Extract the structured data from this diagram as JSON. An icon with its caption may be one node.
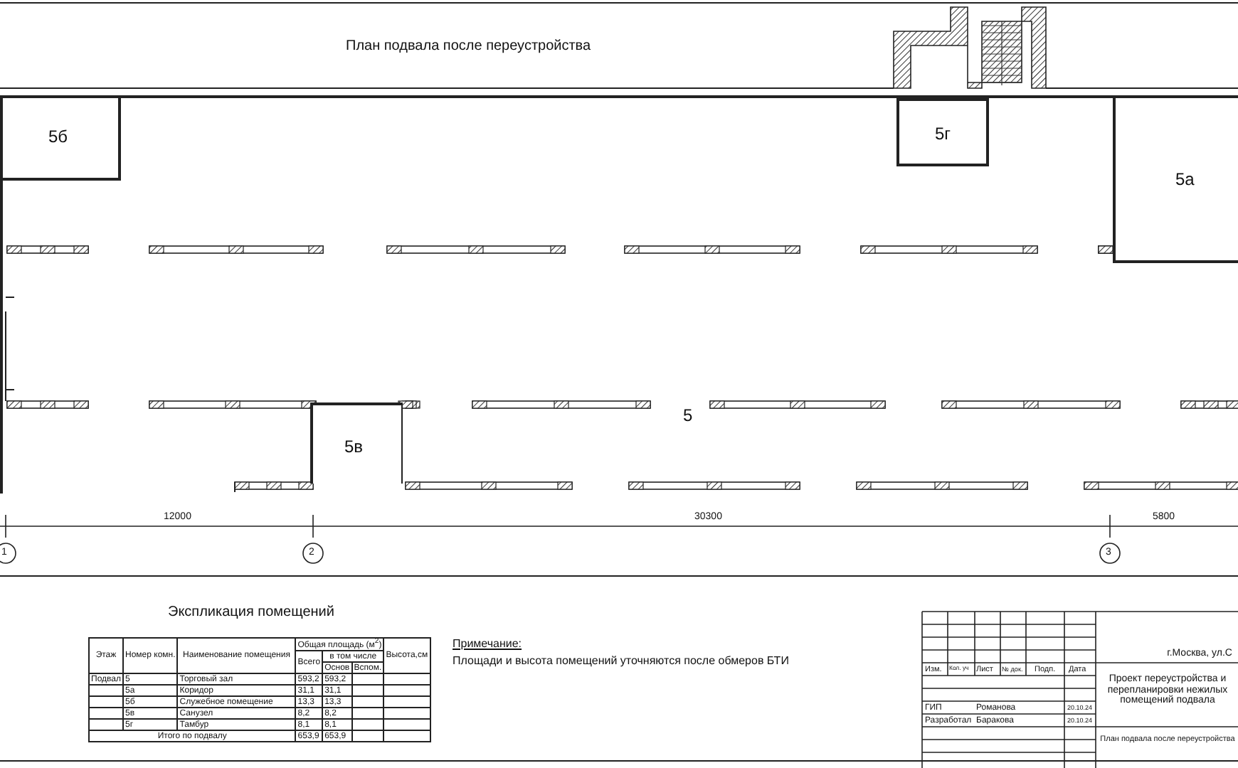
{
  "diagram": {
    "nodes": [
      {
        "text": [
          "5"
        ]
      },
      {
        "text": [
          "5б"
        ],
        "in": 0
      },
      {
        "text": [
          "5г"
        ],
        "in": 0
      },
      {
        "text": [
          "5а"
        ],
        "in": 0
      },
      {
        "text": [
          "5в"
        ],
        "in": 0
      }
    ],
    "labels": [
      "План подвала после переустройства",
      "12000",
      "30300",
      "5800",
      "1",
      "2",
      "3",
      "Экспликация помещений",
      "Этаж",
      "Номер комн.",
      "Наименование помещения",
      "Общая площадь (м$^{2}$)",
      "Высота,см",
      "Всего",
      "в том числе",
      "Основ",
      "Вспом.",
      "Подвал",
      "5",
      "Торговый зал",
      "593,2",
      "593,2",
      "5а",
      "Коридор",
      "31,1",
      "31,1",
      "5б",
      "Служебное помещение",
      "13,3",
      "13,3",
      "5в",
      "Санузел",
      "8,2",
      "8,2",
      "5г",
      "Тамбур",
      "8,1",
      "8,1",
      "Итого по подвалу",
      "653,9",
      "653,9",
      "Примечание:",
      "Площади и высота помещений уточняются после обмеров БТИ",
      "Изм.",
      "Кол. уч",
      "Лист",
      "№ док.",
      "Подп.",
      "Дата",
      "ГИП",
      "Романова",
      "20.10.24",
      "Разработал",
      "Баракова",
      "20.10.24",
      "г.Москва, ул.С",
      "Проект переустройства и перепланировки нежилых помещений подвала",
      "План подвала после переустройства"
    ]
  }
}
